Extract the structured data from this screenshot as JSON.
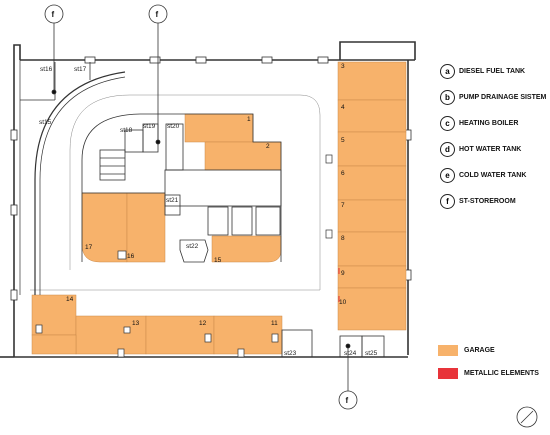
{
  "legend": {
    "items": [
      {
        "letter": "a",
        "label": "DIESEL FUEL TANK"
      },
      {
        "letter": "b",
        "label": "PUMP DRAINAGE SISTEM"
      },
      {
        "letter": "c",
        "label": "HEATING BOILER"
      },
      {
        "letter": "d",
        "label": "HOT WATER TANK"
      },
      {
        "letter": "e",
        "label": "COLD WATER TANK"
      },
      {
        "letter": "f",
        "label": "ST-STOREROOM"
      }
    ],
    "swatches": [
      {
        "label": "GARAGE",
        "color": "#f7b26b"
      },
      {
        "label": "METALLIC ELEMENTS",
        "color": "#e8343a"
      }
    ]
  },
  "callouts": {
    "letter": "f"
  },
  "storerooms": {
    "st16": "st16",
    "st17": "st17",
    "st15": "st15",
    "st18": "st18",
    "st19": "st19",
    "st20": "st20",
    "st21": "st21",
    "st22": "st22",
    "st23": "st23",
    "st24": "st24",
    "st25": "st25"
  },
  "spaces": [
    "1",
    "2",
    "3",
    "4",
    "5",
    "6",
    "7",
    "8",
    "9",
    "10",
    "11",
    "12",
    "13",
    "14",
    "15",
    "16",
    "17"
  ],
  "colors": {
    "garage": "#f7b26b",
    "wall": "#333333",
    "metal": "#e8343a"
  }
}
